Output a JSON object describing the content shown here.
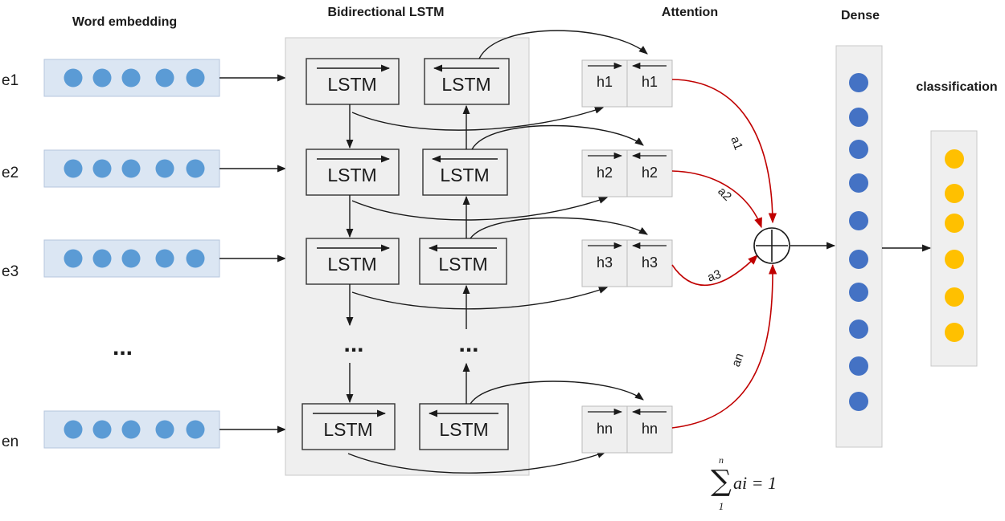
{
  "headers": {
    "word_embedding": "Word embedding",
    "bidirectional_lstm": "Bidirectional LSTM",
    "attention": "Attention",
    "dense": "Dense",
    "classification": "classification"
  },
  "inputs": [
    "e1",
    "e2",
    "e3",
    "...",
    "en"
  ],
  "lstm_label": "LSTM",
  "ellipsis": "...",
  "hidden_states": [
    "h1",
    "h2",
    "h3",
    "hn"
  ],
  "attention_weights": [
    "a1",
    "a2",
    "a3",
    "an"
  ],
  "formula": {
    "sum_symbol": "∑",
    "upper": "n",
    "lower": "1",
    "body": "ai = 1"
  },
  "colors": {
    "embedding_dot": "#5b9bd5",
    "embedding_bar": "#dbe6f3",
    "dense_dot": "#4472c4",
    "class_dot": "#ffc000",
    "panel": "#efefef",
    "attention_arrow": "#c00000"
  }
}
